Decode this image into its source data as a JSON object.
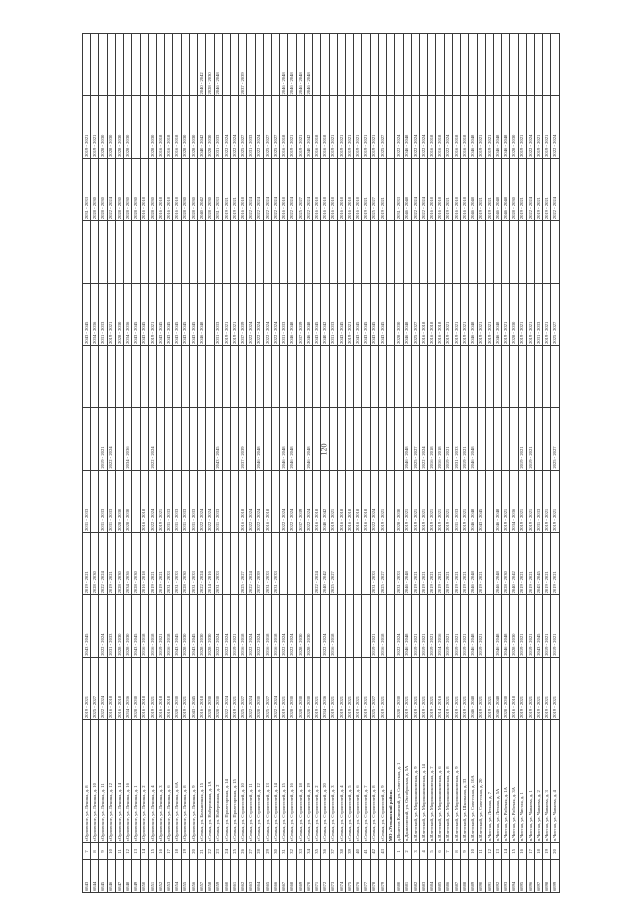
{
  "page_number": "120",
  "rows": [
    {
      "id": "6843",
      "no": "7",
      "addr": "г.Орловское, ул. Ленина, д. 8",
      "p": [
        "2019 - 2021",
        "2043 - 2045",
        "2019 - 2021",
        "2031 - 2033",
        "",
        "",
        "2043 - 2045",
        "",
        "2031 - 2033",
        "2019 - 2021",
        ""
      ]
    },
    {
      "id": "6844",
      "no": "8",
      "addr": "г.Орловское, ул. Ленина, д. 10",
      "p": [
        "2025 - 2027",
        "",
        "2028 - 2030",
        "",
        "",
        "",
        "2034 - 2036",
        "",
        "2028 - 2030",
        "2019 - 2021",
        ""
      ]
    },
    {
      "id": "6845",
      "no": "9",
      "addr": "г.Орловское, ул. Ленина, д. 11",
      "p": [
        "2022 - 2024",
        "2022 - 2024",
        "2022 - 2024",
        "2031 - 2033",
        "2019 - 2021",
        "",
        "2031 - 2033",
        "",
        "2028 - 2030",
        "2028 - 2030",
        ""
      ]
    },
    {
      "id": "6846",
      "no": "10",
      "addr": "г.Орловское, ул. Ленина, д. 12",
      "p": [
        "2016 - 2018",
        "2031 - 2033",
        "2019 - 2021",
        "2031 - 2033",
        "2022 - 2024",
        "",
        "2019 - 2021",
        "",
        "2022 - 2024",
        "2028 - 2030",
        ""
      ]
    },
    {
      "id": "6847",
      "no": "11",
      "addr": "г.Орловское, ул. Ленина, д. 14",
      "p": [
        "2016 - 2018",
        "2028 - 2030",
        "2028 - 2030",
        "2028 - 2030",
        "",
        "",
        "2028 - 2030",
        "",
        "2028 - 2030",
        "2028 - 2030",
        ""
      ]
    },
    {
      "id": "6848",
      "no": "12",
      "addr": "г.Орловское, ул. Ленина, д. 16",
      "p": [
        "2034 - 2036",
        "2028 - 2030",
        "2034 - 2036",
        "2028 - 2030",
        "2034 - 2036",
        "",
        "2034 - 2036",
        "",
        "2028 - 2030",
        "2028 - 2030",
        ""
      ]
    },
    {
      "id": "6849",
      "no": "13",
      "addr": "г.Орловское, ул. Ленина, д. 1",
      "p": [
        "2028 - 2030",
        "2043 - 2045",
        "2028 - 2030",
        "",
        "",
        "",
        "2043 - 2045",
        "",
        "2028 - 2030",
        "",
        ""
      ]
    },
    {
      "id": "6850",
      "no": "14",
      "addr": "г.Орловское, ул. Ленина, д. 2",
      "p": [
        "2016 - 2018",
        "2016 - 2018",
        "2016 - 2018",
        "2016 - 2018",
        "",
        "",
        "2043 - 2045",
        "",
        "2016 - 2018",
        "",
        ""
      ]
    },
    {
      "id": "6851",
      "no": "15",
      "addr": "г.Орловское, ул. Ленина, д. 4",
      "p": [
        "2019 - 2021",
        "2016 - 2018",
        "2019 - 2021",
        "2022 - 2024",
        "2022 - 2024",
        "",
        "2019 - 2021",
        "",
        "2028 - 2030",
        "2028 - 2030",
        ""
      ]
    },
    {
      "id": "6852",
      "no": "16",
      "addr": "г.Орловское, ул. Ленина, д. 3",
      "p": [
        "2016 - 2018",
        "2019 - 2021",
        "2019 - 2021",
        "2019 - 2021",
        "",
        "",
        "2043 - 2045",
        "",
        "2016 - 2018",
        "2016 - 2018",
        ""
      ]
    },
    {
      "id": "6853",
      "no": "17",
      "addr": "г.Орловское, ул. Ленина, д. 6",
      "p": [
        "2016 - 2018",
        "2016 - 2018",
        "2031 - 2033",
        "2031 - 2033",
        "",
        "",
        "2043 - 2045",
        "",
        "2016 - 2018",
        "2016 - 2018",
        ""
      ]
    },
    {
      "id": "6854",
      "no": "18",
      "addr": "г.Орловское, ул. Ленина, д. 6А",
      "p": [
        "2028 - 2030",
        "2043 - 2045",
        "2031 - 2033",
        "2031 - 2033",
        "",
        "",
        "2043 - 2045",
        "",
        "2016 - 2018",
        "2016 - 2018",
        ""
      ]
    },
    {
      "id": "6855",
      "no": "19",
      "addr": "г.Орловское, ул. Ленина, д. 8",
      "p": [
        "2019 - 2021",
        "2028 - 2030",
        "2028 - 2030",
        "2031 - 2033",
        "",
        "",
        "2043 - 2045",
        "",
        "2028 - 2030",
        "2028 - 2030",
        ""
      ]
    },
    {
      "id": "6856",
      "no": "20",
      "addr": "г.Орловское, ул. Ленина, д. 9",
      "p": [
        "2043 - 2045",
        "2043 - 2045",
        "2031 - 2033",
        "2031 - 2033",
        "",
        "",
        "2043 - 2045",
        "",
        "2028 - 2030",
        "2028 - 2030",
        ""
      ]
    },
    {
      "id": "6857",
      "no": "21",
      "addr": "г.Семья, ул. Больничная, д. 15",
      "p": [
        "2016 - 2018",
        "2028 - 2030",
        "2022 - 2024",
        "2022 - 2024",
        "",
        "",
        "2046 - 2048",
        "",
        "2040 - 2042",
        "2040 - 2042",
        "2040 - 2042"
      ]
    },
    {
      "id": "6858",
      "no": "22",
      "addr": "г.Семья, ул. Набережная, д. 1А",
      "p": [
        "2028 - 2030",
        "2028 - 2030",
        "2014 - 2016",
        "2022 - 2024",
        "",
        "",
        "",
        "",
        "2028 - 2030",
        "2028 - 2030",
        "2028 - 2030"
      ]
    },
    {
      "id": "6859",
      "no": "23",
      "addr": "г.Семья, ул. Набережная, д. 2",
      "p": [
        "2028 - 2030",
        "2022 - 2024",
        "2031 - 2033",
        "2031 - 2033",
        "2043 - 2045",
        "",
        "2031 - 2033",
        "",
        "2031 - 2033",
        "2031 - 2033",
        "2046 - 2048"
      ]
    },
    {
      "id": "6860",
      "no": "24",
      "addr": "г.Семья, ул. Пролетарская, д. 14",
      "p": [
        "2022 - 2024",
        "2022 - 2024",
        "",
        "",
        "",
        "",
        "2019 - 2021",
        "",
        "2019 - 2021",
        "2022 - 2024",
        ""
      ]
    },
    {
      "id": "6861",
      "no": "25",
      "addr": "г.Семья, ул. Пролетарская, д. 15",
      "p": [
        "2019 - 2021",
        "2019 - 2021",
        "",
        "",
        "",
        "",
        "2019 - 2021",
        "",
        "2019 - 2021",
        "2022 - 2024",
        ""
      ]
    },
    {
      "id": "6862",
      "no": "26",
      "addr": "г.Семья, ул. Строителей, д. 10",
      "p": [
        "2025 - 2027",
        "2016 - 2018",
        "2025 - 2027",
        "2016 - 2018",
        "2037 - 2039",
        "",
        "2037 - 2039",
        "",
        "2016 - 2018",
        "2025 - 2027",
        "2037 - 2039"
      ]
    },
    {
      "id": "6863",
      "no": "27",
      "addr": "г.Семья, ул. Строителей, д. 11",
      "p": [
        "2022 - 2024",
        "2022 - 2024",
        "2022 - 2024",
        "2022 - 2024",
        "",
        "",
        "2022 - 2024",
        "",
        "2022 - 2024",
        "2031 - 2033",
        ""
      ]
    },
    {
      "id": "6864",
      "no": "28",
      "addr": "г.Семья, ул. Строителей, д. 12",
      "p": [
        "2028 - 2030",
        "2022 - 2024",
        "2037 - 2039",
        "2022 - 2024",
        "2046 - 2048",
        "",
        "2022 - 2024",
        "",
        "2022 - 2024",
        "2022 - 2024",
        ""
      ]
    },
    {
      "id": "6865",
      "no": "29",
      "addr": "г.Семья, ул. Строителей, д. 13",
      "p": [
        "2025 - 2027",
        "2016 - 2018",
        "2031 - 2033",
        "2016 - 2018",
        "",
        "",
        "2022 - 2024",
        "",
        "2022 - 2024",
        "2025 - 2027",
        ""
      ]
    },
    {
      "id": "6866",
      "no": "30",
      "addr": "г.Семья, ул. Строителей, д. 14",
      "p": [
        "2022 - 2024",
        "2016 - 2018",
        "2031 - 2033",
        "",
        "",
        "",
        "2022 - 2024",
        "",
        "2022 - 2024",
        "2025 - 2027",
        ""
      ]
    },
    {
      "id": "6867",
      "no": "31",
      "addr": "г.Семья, ул. Строителей, д. 15",
      "p": [
        "2019 - 2021",
        "2022 - 2024",
        "",
        "2022 - 2024",
        "2046 - 2048",
        "",
        "2031 - 2033",
        "",
        "2016 - 2018",
        "2016 - 2018",
        "2046 - 2048"
      ]
    },
    {
      "id": "6868",
      "no": "32",
      "addr": "г.Семья, ул. Строителей, д. 16",
      "p": [
        "2028 - 2030",
        "2022 - 2024",
        "",
        "2022 - 2024",
        "2046 - 2048",
        "",
        "2046 - 2048",
        "",
        "2022 - 2024",
        "2019 - 2021",
        "2046 - 2048"
      ]
    },
    {
      "id": "6869",
      "no": "33",
      "addr": "г.Семья, ул. Строителей, д. 18",
      "p": [
        "2028 - 2030",
        "2028 - 2030",
        "",
        "2037 - 2039",
        "",
        "",
        "2037 - 2039",
        "",
        "2025 - 2027",
        "2019 - 2021",
        "2046 - 2048"
      ]
    },
    {
      "id": "6870",
      "no": "34",
      "addr": "г.Семья, ул. Строителей, д. 19",
      "p": [
        "2028 - 2030",
        "2028 - 2030",
        "",
        "2022 - 2024",
        "2046 - 2048",
        "",
        "2046 - 2048",
        "",
        "2022 - 2024",
        "2040 - 2042",
        "2046 - 2048"
      ]
    },
    {
      "id": "6871",
      "no": "35",
      "addr": "г.Семья, ул. Строителей, д. 2",
      "p": [
        "2019 - 2021",
        "",
        "2022 - 2024",
        "2016 - 2018",
        "",
        "",
        "2043 - 2045",
        "",
        "2016 - 2018",
        "2016 - 2018",
        ""
      ]
    },
    {
      "id": "6872",
      "no": "36",
      "addr": "г.Семья, ул. Строителей, д. 20",
      "p": [
        "2034 - 2036",
        "2022 - 2024",
        "2040 - 2042",
        "2040 - 2042",
        "",
        "",
        "2040 - 2042",
        "",
        "2016 - 2018",
        "2016 - 2018",
        ""
      ]
    },
    {
      "id": "6873",
      "no": "37",
      "addr": "г.Семья, ул. Строителей, д. 3",
      "p": [
        "2019 - 2021",
        "2016 - 2018",
        "2025 - 2027",
        "2019 - 2021",
        "",
        "",
        "2031 - 2033",
        "",
        "2016 - 2018",
        "2019 - 2021",
        ""
      ]
    },
    {
      "id": "6874",
      "no": "38",
      "addr": "г.Семья, ул. Строителей, д. 4",
      "p": [
        "2019 - 2021",
        "",
        "",
        "2016 - 2018",
        "",
        "",
        "2043 - 2045",
        "",
        "2016 - 2018",
        "2019 - 2021",
        ""
      ]
    },
    {
      "id": "6875",
      "no": "39",
      "addr": "г.Семья, ул. Строителей, д. 5",
      "p": [
        "2019 - 2021",
        "",
        "",
        "2016 - 2018",
        "",
        "",
        "2019 - 2021",
        "",
        "2016 - 2018",
        "2019 - 2021",
        ""
      ]
    },
    {
      "id": "6876",
      "no": "40",
      "addr": "г.Семья, ул. Строителей, д. 6",
      "p": [
        "2019 - 2021",
        "",
        "",
        "2016 - 2018",
        "",
        "",
        "2043 - 2045",
        "",
        "2016 - 2018",
        "2019 - 2021",
        ""
      ]
    },
    {
      "id": "6877",
      "no": "41",
      "addr": "г.Семья, ул. Строителей, д. 7",
      "p": [
        "2019 - 2021",
        "",
        "",
        "2016 - 2018",
        "",
        "",
        "2043 - 2045",
        "",
        "2019 - 2021",
        "2019 - 2021",
        ""
      ]
    },
    {
      "id": "6878",
      "no": "42",
      "addr": "г.Семья, ул. Строителей, д. 8",
      "p": [
        "2025 - 2027",
        "2019 - 2021",
        "2031 - 2033",
        "2022 - 2024",
        "",
        "",
        "2043 - 2045",
        "",
        "2025 - 2027",
        "2019 - 2021",
        ""
      ]
    },
    {
      "id": "6879",
      "no": "43",
      "addr": "г.Семья, ул. Строителей, д. 9",
      "p": [
        "2019 - 2021",
        "2016 - 2018",
        "2025 - 2027",
        "2019 - 2021",
        "",
        "",
        "2043 - 2045",
        "",
        "2019 - 2021",
        "2025 - 2027",
        ""
      ]
    },
    {
      "section": true,
      "id": "",
      "no": "",
      "addr": "МО «Устьянский район»",
      "p": [
        "",
        "",
        "",
        "",
        "",
        "",
        "",
        "",
        "",
        "",
        ""
      ]
    },
    {
      "id": "6880",
      "no": "1",
      "addr": "д.Вонесов Клинский, ул. Советская, д. 1",
      "p": [
        "2028 - 2030",
        "2022 - 2024",
        "2031 - 2033",
        "2028 - 2030",
        "",
        "",
        "2028 - 2030",
        "",
        "2031 - 2033",
        "2022 - 2024",
        ""
      ]
    },
    {
      "id": "6881",
      "no": "2",
      "addr": "п.Даниловский, ул. Октябрьская, д. 5А",
      "p": [
        "2019 - 2021",
        "2046 - 2048",
        "2046 - 2048",
        "2019 - 2021",
        "2046 - 2048",
        "",
        "2046 - 2048",
        "",
        "2046 - 2048",
        "2046 - 2048",
        ""
      ]
    },
    {
      "id": "6882",
      "no": "3",
      "addr": "п.Илезский, ул. Мирошниковская, д. 9",
      "p": [
        "2019 - 2021",
        "2019 - 2021",
        "2019 - 2021",
        "2019 - 2021",
        "2025 - 2027",
        "",
        "2025 - 2027",
        "",
        "2022 - 2024",
        "2022 - 2024",
        ""
      ]
    },
    {
      "id": "6883",
      "no": "4",
      "addr": "п.Илезский, ул. Мирошниковская, д. 14",
      "p": [
        "2019 - 2021",
        "2019 - 2021",
        "2019 - 2021",
        "2019 - 2021",
        "2022 - 2024",
        "",
        "2016 - 2018",
        "",
        "2022 - 2024",
        "2022 - 2024",
        ""
      ]
    },
    {
      "id": "6884",
      "no": "5",
      "addr": "п.Илезский, ул. Мирошниковская, д. 7",
      "p": [
        "2019 - 2021",
        "2019 - 2021",
        "2019 - 2021",
        "2019 - 2021",
        "2016 - 2018",
        "",
        "2016 - 2018",
        "",
        "2016 - 2018",
        "2016 - 2018",
        ""
      ]
    },
    {
      "id": "6885",
      "no": "6",
      "addr": "п.Илезский, ул. Мирошниковская, д. 6",
      "p": [
        "2014 - 2016",
        "2014 - 2016",
        "2019 - 2021",
        "2019 - 2021",
        "2016 - 2018",
        "",
        "2016 - 2018",
        "",
        "2016 - 2018",
        "2016 - 2018",
        ""
      ]
    },
    {
      "id": "6886",
      "no": "7",
      "addr": "п.Илезский, ул. Мирошниковская, д. 8",
      "p": [
        "2019 - 2021",
        "2019 - 2021",
        "2019 - 2021",
        "2019 - 2021",
        "2019 - 2021",
        "",
        "2019 - 2021",
        "",
        "2019 - 2021",
        "2022 - 2024",
        ""
      ]
    },
    {
      "id": "6887",
      "no": "8",
      "addr": "п.Илезский, ул. Мирошниковская, д. 9",
      "p": [
        "2019 - 2021",
        "2019 - 2021",
        "2019 - 2021",
        "2031 - 2033",
        "2031 - 2033",
        "",
        "2019 - 2021",
        "",
        "2016 - 2018",
        "2016 - 2018",
        ""
      ]
    },
    {
      "id": "6888",
      "no": "9",
      "addr": "п.Илезский, ул. Школьная, д. 33",
      "p": [
        "2019 - 2021",
        "2019 - 2021",
        "2019 - 2021",
        "2019 - 2021",
        "2019 - 2021",
        "",
        "2019 - 2021",
        "",
        "2016 - 2018",
        "2016 - 2018",
        ""
      ]
    },
    {
      "id": "6889",
      "no": "10",
      "addr": "п.Илезский, ул. Советская, д. 10А",
      "p": [
        "2046 - 2048",
        "2046 - 2048",
        "2046 - 2048",
        "2046 - 2048",
        "2046 - 2048",
        "",
        "2046 - 2048",
        "",
        "2046 - 2048",
        "2046 - 2048",
        ""
      ]
    },
    {
      "id": "6890",
      "no": "11",
      "addr": "п.Илезский, ул. Советская, д. 20",
      "p": [
        "2019 - 2021",
        "2019 - 2021",
        "2019 - 2021",
        "2043 - 2045",
        "",
        "",
        "2019 - 2021",
        "",
        "2019 - 2021",
        "2019 - 2021",
        ""
      ]
    },
    {
      "id": "6891",
      "no": "12",
      "addr": "п.Чистая, ул. Лесная, д. 7",
      "p": [
        "2019 - 2021",
        "",
        "",
        "",
        "",
        "",
        "2019 - 2021",
        "",
        "2019 - 2021",
        "2019 - 2021",
        ""
      ]
    },
    {
      "id": "6892",
      "no": "13",
      "addr": "п.Чистая, ул. Лесная, д. 5А",
      "p": [
        "2046 - 2048",
        "2046 - 2048",
        "2046 - 2048",
        "2046 - 2048",
        "",
        "",
        "2046 - 2048",
        "",
        "2046 - 2048",
        "2046 - 2048",
        ""
      ]
    },
    {
      "id": "6893",
      "no": "14",
      "addr": "п.Чистая, ул. Рабочая, д. 1А",
      "p": [
        "2028 - 2030",
        "2046 - 2048",
        "2028 - 2030",
        "2019 - 2021",
        "",
        "",
        "2019 - 2021",
        "",
        "2046 - 2048",
        "2046 - 2048",
        ""
      ]
    },
    {
      "id": "6894",
      "no": "15",
      "addr": "п.Чистая, ул. Рабочая, д. 3А",
      "p": [
        "2016 - 2018",
        "2028 - 2030",
        "2040 - 2042",
        "2034 - 2036",
        "",
        "",
        "2028 - 2030",
        "",
        "2028 - 2030",
        "2028 - 2030",
        ""
      ]
    },
    {
      "id": "6895",
      "no": "16",
      "addr": "п.Чистая, ул. Чистая, д. 1",
      "p": [
        "2019 - 2021",
        "2019 - 2021",
        "2019 - 2021",
        "2019 - 2021",
        "2019 - 2021",
        "",
        "2019 - 2021",
        "",
        "2019 - 2021",
        "2019 - 2021",
        ""
      ]
    },
    {
      "id": "6896",
      "no": "17",
      "addr": "п.Чистая, ул. Чапаева, д. 1",
      "p": [
        "2019 - 2021",
        "2019 - 2021",
        "2019 - 2021",
        "2019 - 2021",
        "2019 - 2021",
        "",
        "2019 - 2021",
        "",
        "2022 - 2024",
        "2022 - 2024",
        ""
      ]
    },
    {
      "id": "6897",
      "no": "18",
      "addr": "п.Чистая, ул. Чапаева, д. 2",
      "p": [
        "2019 - 2021",
        "2043 - 2045",
        "2043 - 2045",
        "2031 - 2033",
        "",
        "",
        "2031 - 2033",
        "",
        "2019 - 2021",
        "2019 - 2021",
        ""
      ]
    },
    {
      "id": "6898",
      "no": "19",
      "addr": "п.Чистая, ул. Чапаева, д. 3",
      "p": [
        "2019 - 2021",
        "2019 - 2021",
        "2019 - 2021",
        "2019 - 2021",
        "",
        "",
        "2019 - 2021",
        "",
        "2019 - 2021",
        "2019 - 2021",
        ""
      ]
    },
    {
      "id": "6899",
      "no": "20",
      "addr": "п.Чистая, ул. Чапаева, д. 4",
      "p": [
        "2019 - 2021",
        "2019 - 2021",
        "2019 - 2021",
        "2019 - 2021",
        "2025 - 2027",
        "",
        "2025 - 2027",
        "",
        "2022 - 2024",
        "2022 - 2024",
        ""
      ]
    }
  ]
}
